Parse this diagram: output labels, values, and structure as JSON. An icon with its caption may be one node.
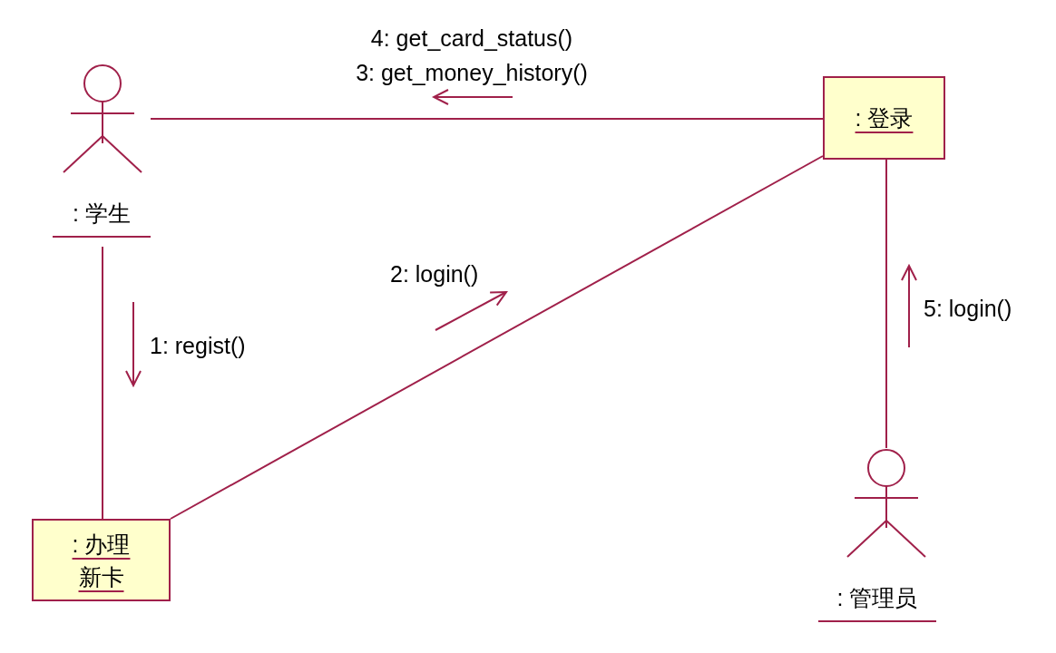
{
  "diagram": {
    "nodes": [
      {
        "text": [
          ": 学生"
        ]
      },
      {
        "text": [
          ": 登录"
        ]
      },
      {
        "text": [
          ": 办理新卡"
        ]
      },
      {
        "text": [
          ": 管理员"
        ]
      }
    ],
    "edges": [
      {
        "from": 0,
        "to": 1,
        "arrow": "none"
      },
      {
        "from": 0,
        "to": 2,
        "arrow": "none"
      },
      {
        "from": 2,
        "to": 1,
        "arrow": "none"
      },
      {
        "from": 1,
        "to": 3,
        "arrow": "none"
      }
    ],
    "labels": [
      "4: get_card_status()",
      "3: get_money_history()",
      "2: login()",
      "5: login()",
      "1: regist()"
    ]
  }
}
